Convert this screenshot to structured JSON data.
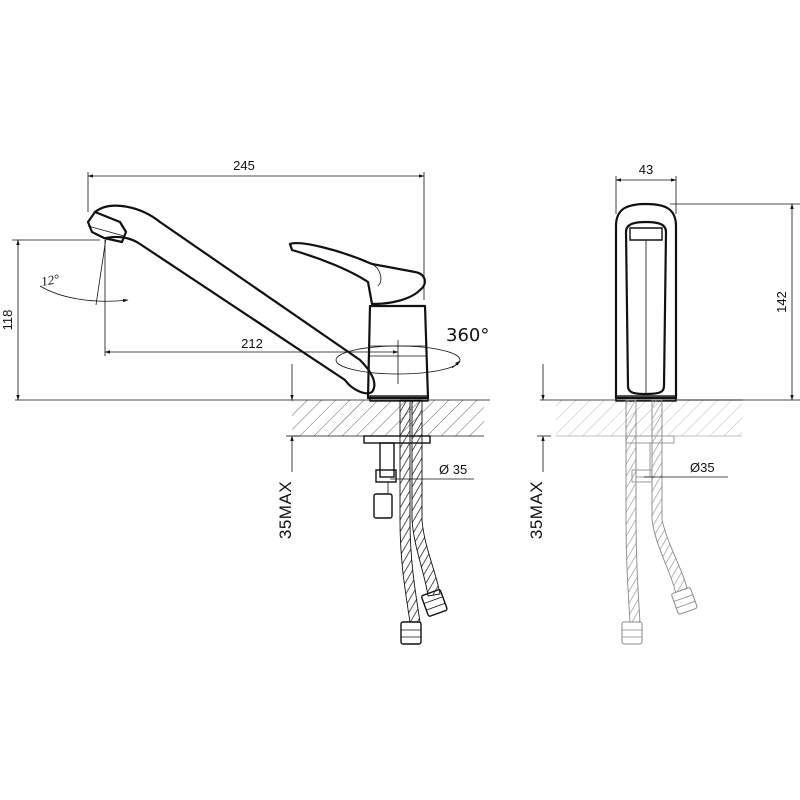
{
  "drawing": {
    "front": {
      "width_label": "245",
      "spout_reach_label": "212",
      "outlet_height_label": "118",
      "spout_angle_label": "12°",
      "rotation_label": "360°",
      "diameter_label": "Ø 35",
      "max_thickness_label": "35MAX"
    },
    "side": {
      "width_label": "43",
      "height_label": "142",
      "diameter_label": "Ø35",
      "max_thickness_label": "35MAX"
    }
  }
}
